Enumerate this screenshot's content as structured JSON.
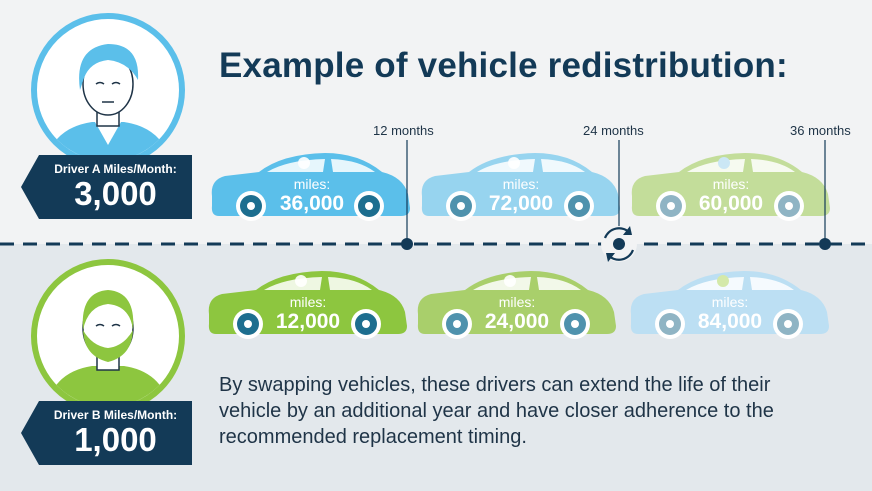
{
  "title": "Example of vehicle redistribution:",
  "timeline": {
    "labels": [
      "12 months",
      "24 months",
      "36 months"
    ]
  },
  "driver_a": {
    "label": "Driver A Miles/Month:",
    "value": "3,000",
    "cars": [
      {
        "miles_label": "miles:",
        "miles": "36,000"
      },
      {
        "miles_label": "miles:",
        "miles": "72,000"
      },
      {
        "miles_label": "miles:",
        "miles": "60,000"
      }
    ]
  },
  "driver_b": {
    "label": "Driver B Miles/Month:",
    "value": "1,000",
    "cars": [
      {
        "miles_label": "miles:",
        "miles": "12,000"
      },
      {
        "miles_label": "miles:",
        "miles": "24,000"
      },
      {
        "miles_label": "miles:",
        "miles": "84,000"
      }
    ]
  },
  "summary": "By swapping vehicles, these drivers can extend the life of their vehicle by an additional year and have closer adherence to the recommended replacement timing.",
  "icons": [
    "driver-a-avatar-icon",
    "driver-b-avatar-icon",
    "car-icon",
    "swap-arrows-icon"
  ],
  "colors": {
    "navy": "#133a57",
    "blue": "#5bbfea",
    "light_blue": "#97d4ef",
    "pale_blue": "#bcdff3",
    "green": "#8dc63f",
    "light_green": "#a9cf6b",
    "pale_green": "#c3dd9a",
    "wheel": "#1d6e8f"
  }
}
